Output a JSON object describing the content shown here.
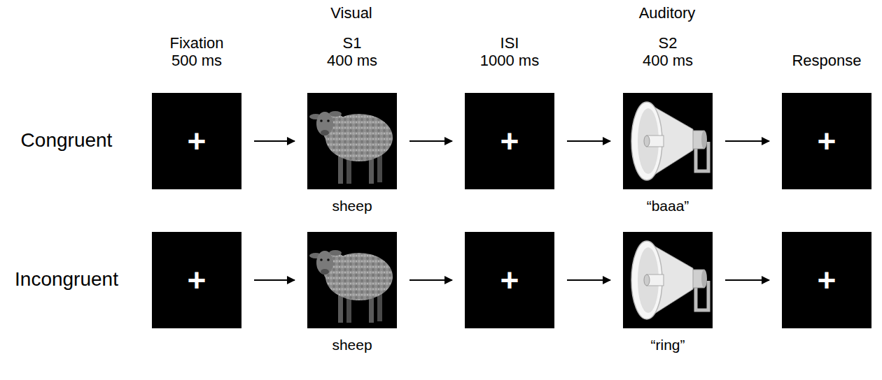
{
  "diagram": {
    "nodes": [
      {
        "text": [
          "+"
        ]
      },
      {
        "text": [
          "sheep"
        ]
      },
      {
        "text": [
          "+"
        ]
      },
      {
        "text": [
          "“baaa”"
        ]
      },
      {
        "text": [
          "+"
        ]
      },
      {
        "text": [
          "+"
        ]
      },
      {
        "text": [
          "sheep"
        ]
      },
      {
        "text": [
          "+"
        ]
      },
      {
        "text": [
          "“ring”"
        ]
      },
      {
        "text": [
          "+"
        ]
      }
    ],
    "edges": [
      {
        "from": 0,
        "to": 1,
        "arrow": "to"
      },
      {
        "from": 1,
        "to": 2,
        "arrow": "to"
      },
      {
        "from": 2,
        "to": 3,
        "arrow": "to"
      },
      {
        "from": 3,
        "to": 4,
        "arrow": "to"
      },
      {
        "from": 5,
        "to": 6,
        "arrow": "to"
      },
      {
        "from": 6,
        "to": 7,
        "arrow": "to"
      },
      {
        "from": 7,
        "to": 8,
        "arrow": "to"
      },
      {
        "from": 8,
        "to": 9,
        "arrow": "to"
      }
    ],
    "labels": [
      "Visual",
      "Auditory",
      "Fixation",
      "500 ms",
      "S1",
      "400 ms",
      "ISI",
      "1000 ms",
      "S2",
      "400 ms",
      "Response",
      "Congruent",
      "Incongruent"
    ]
  }
}
